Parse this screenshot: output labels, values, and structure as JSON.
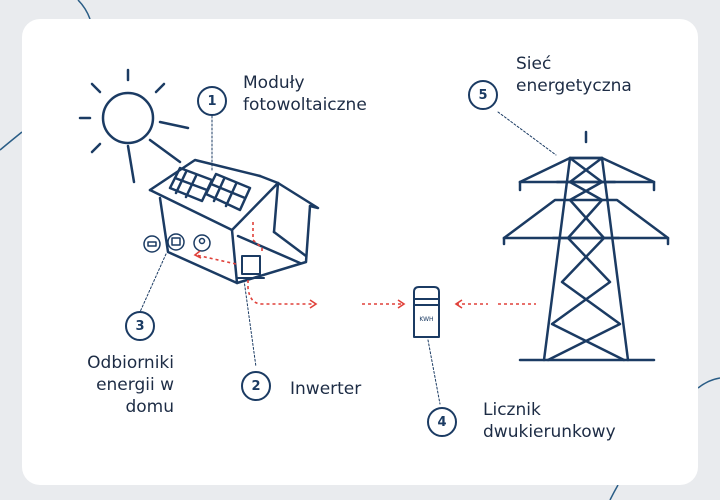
{
  "steps": [
    {
      "number": "1",
      "label_line1": "Moduły",
      "label_line2": "fotowoltaiczne"
    },
    {
      "number": "2",
      "label_line1": "Inwerter",
      "label_line2": ""
    },
    {
      "number": "3",
      "label_line1": "Odbiorniki",
      "label_line2": "energii w domu"
    },
    {
      "number": "4",
      "label_line1": "Licznik",
      "label_line2": "dwukierunkowy"
    },
    {
      "number": "5",
      "label_line1": "Sieć",
      "label_line2": "energetyczna"
    }
  ],
  "meter_text": "KWH",
  "colors": {
    "outline": "#1b3b63",
    "flow_arrow": "#e0413a",
    "card": "#ffffff",
    "background": "#e9ebee",
    "label_text": "#1d2c45"
  },
  "icons": [
    "sun-icon",
    "house-icon",
    "solar-panel-icon",
    "inverter-icon",
    "appliance-icon",
    "meter-icon",
    "power-tower-icon"
  ]
}
